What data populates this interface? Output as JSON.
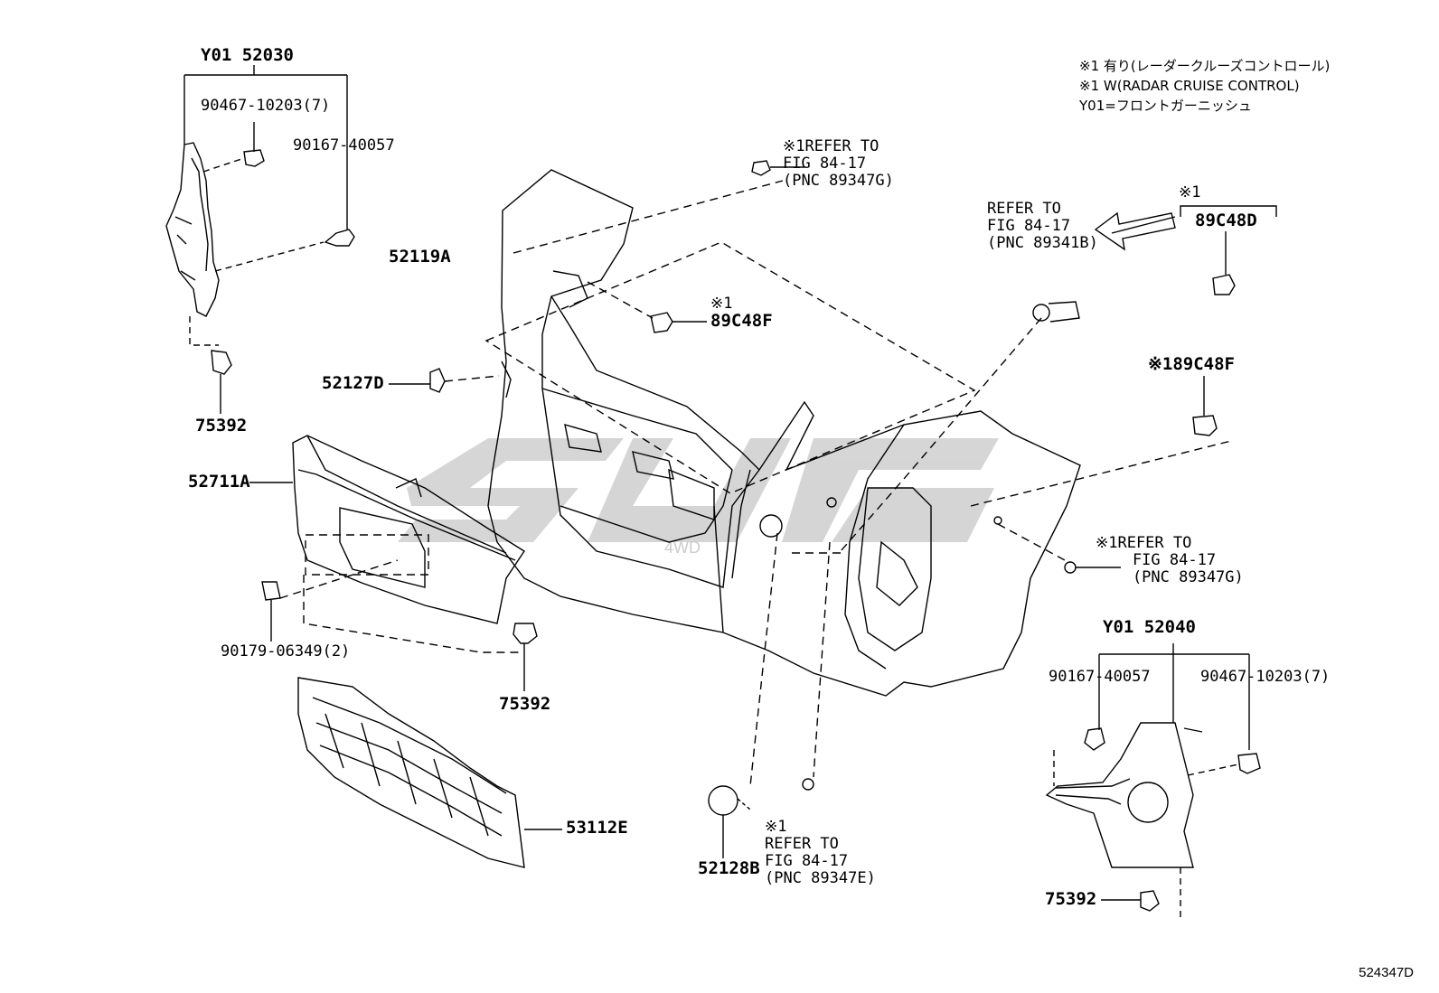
{
  "notes": {
    "line1": "※1 有り(レーダークルーズコントロール)",
    "line2": "※1 W(RADAR CRUISE CONTROL)",
    "line3": "Y01=フロントガーニッシュ"
  },
  "parts": {
    "garnish_left": "Y01 52030",
    "clip_left_top": "90467-10203(7)",
    "screw_left": "90167-40057",
    "p52119A": "52119A",
    "p52127D": "52127D",
    "p75392_a": "75392",
    "p52711A": "52711A",
    "p90179": "90179-06349(2)",
    "p75392_b": "75392",
    "p53112E": "53112E",
    "p52128B": "52128B",
    "p89C48F_a": "89C48F",
    "p89C48F_a_mark": "※1",
    "p89C48D": "89C48D",
    "p89C48D_mark": "※1",
    "p89C48F_b": "※189C48F",
    "garnish_right": "Y01 52040",
    "screw_right": "90167-40057",
    "clip_right": "90467-10203(7)",
    "p75392_c": "75392"
  },
  "refs": {
    "ref_top": "※1REFER TO\nFIG 84-17\n(PNC 89347G)",
    "ref_sensor": "REFER TO\nFIG 84-17\n(PNC 89341B)",
    "ref_right": "※1REFER TO\n    FIG 84-17\n    (PNC 89347G)",
    "ref_bottom": "※1\nREFER TO\nFIG 84-17\n(PNC 89347E)"
  },
  "watermark": "SUN",
  "figure_number": "524347D"
}
